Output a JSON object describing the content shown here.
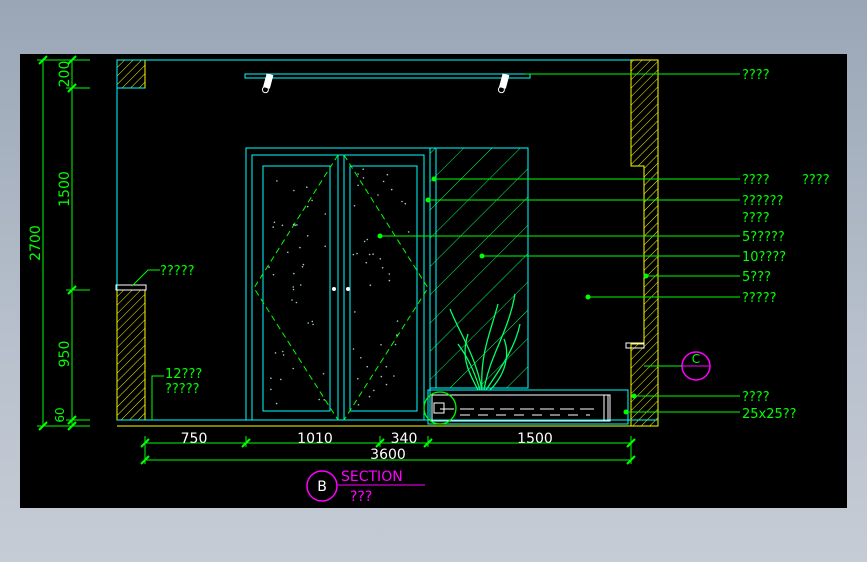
{
  "drawing": {
    "dimensions_vertical": [
      "200",
      "1500",
      "950",
      "60",
      "2700"
    ],
    "dimensions_horizontal": [
      "750",
      "1010",
      "340",
      "1500",
      "3600"
    ],
    "callouts_right": [
      "????",
      "????",
      "????",
      "??????",
      "????",
      "5?????",
      "10????",
      "5???",
      "?????",
      "????",
      "25x25??"
    ],
    "callouts_left": [
      "?????",
      "12???",
      "?????"
    ],
    "section_marker": {
      "letter": "B",
      "title": "SECTION",
      "subtitle": "???"
    },
    "elevation_marker": {
      "letter": "C"
    }
  },
  "colors": {
    "background": "#000000",
    "outline": "#00ffff",
    "dimension": "#00ff00",
    "hatch": "#ffff00",
    "marker": "#ff00ff",
    "text": "#00ff00",
    "detail": "#ffffff"
  }
}
